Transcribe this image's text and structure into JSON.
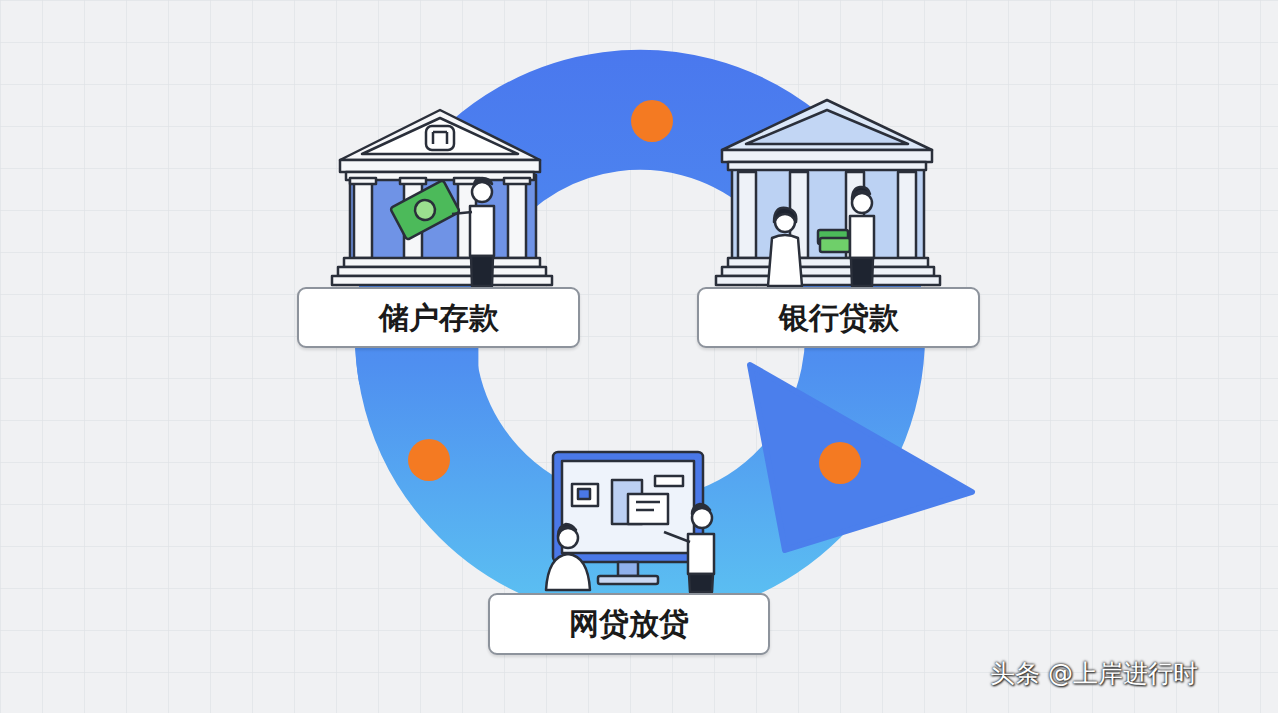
{
  "diagram": {
    "nodes": [
      {
        "text": [
          "储户存款"
        ]
      },
      {
        "text": [
          "银行贷款"
        ]
      },
      {
        "text": [
          "网贷放贷"
        ]
      }
    ],
    "edges": [
      {
        "from": 0,
        "to": 1,
        "arrow": "none"
      },
      {
        "from": 1,
        "to": 2,
        "arrow": "to"
      },
      {
        "from": 2,
        "to": 0,
        "arrow": "none"
      }
    ],
    "labels": [
      "头条 @上岸进行时"
    ]
  }
}
